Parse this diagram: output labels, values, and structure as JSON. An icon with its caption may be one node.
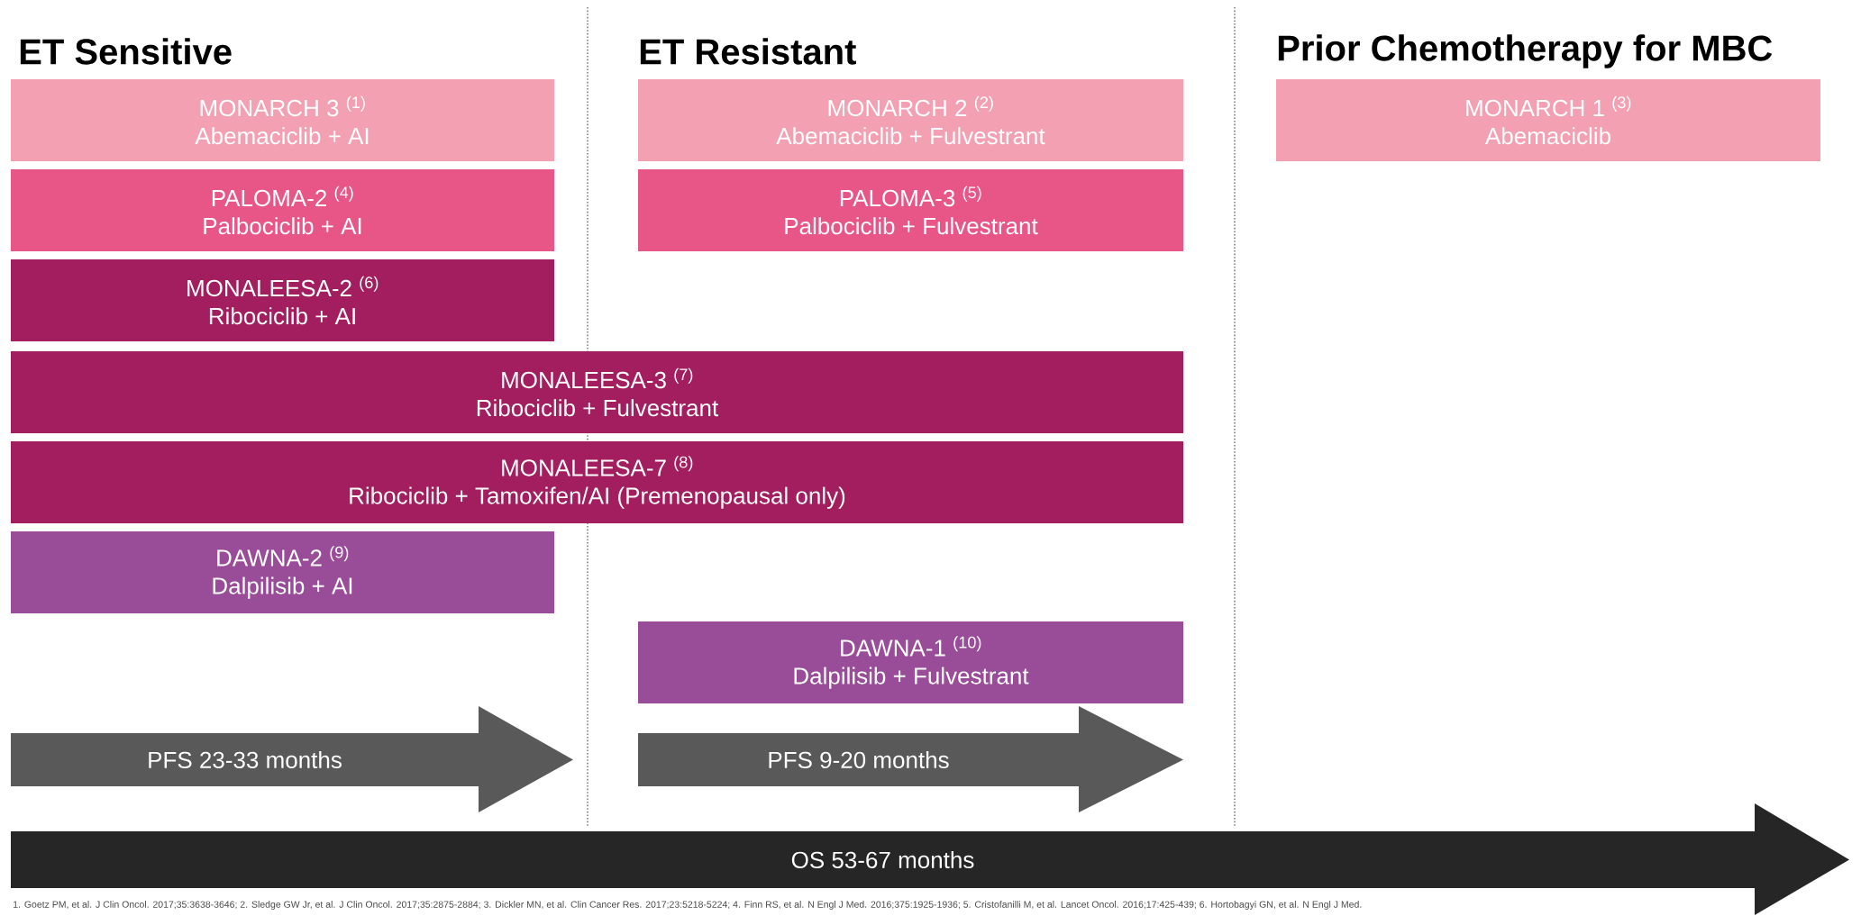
{
  "diagram": {
    "nodes": [
      {
        "text": [
          "MONARCH 3 $^{(1)}$",
          "Abemaciclib + AI"
        ]
      },
      {
        "text": [
          "PALOMA-2 $^{(4)}$",
          "Palbociclib + AI"
        ]
      },
      {
        "text": [
          "MONALEESA-2 $^{(6)}$",
          "Ribociclib + AI"
        ]
      },
      {
        "text": [
          "MONALEESA-3 $^{(7)}$",
          "Ribociclib + Fulvestrant"
        ]
      },
      {
        "text": [
          "MONALEESA-7 $^{(8)}$",
          "Ribociclib + Tamoxifen/AI (Premenopausal only)"
        ]
      },
      {
        "text": [
          "DAWNA-2 $^{(9)}$",
          "Dalpilisib + AI"
        ]
      },
      {
        "text": [
          "MONARCH 2 $^{(2)}$",
          "Abemaciclib + Fulvestrant"
        ]
      },
      {
        "text": [
          "PALOMA-3 $^{(5)}$",
          "Palbociclib + Fulvestrant"
        ]
      },
      {
        "text": [
          "DAWNA-1 $^{(10)}$",
          "Dalpilisib + Fulvestrant"
        ]
      },
      {
        "text": [
          "MONARCH 1 $^{(3)}$",
          "Abemaciclib"
        ]
      },
      {
        "text": [
          "PFS 23-33 months"
        ]
      },
      {
        "text": [
          "PFS 9-20 months"
        ]
      },
      {
        "text": [
          "OS 53-67 months"
        ]
      }
    ],
    "labels": [
      "ET Sensitive",
      "ET Resistant",
      "Prior Chemotherapy for MBC",
      "1. Goetz PM, et al. J Clin Oncol. 2017;35:3638-3646; 2. Sledge GW Jr, et al. J Clin Oncol. 2017;35:2875-2884; 3. Dickler MN, et al. Clin Cancer Res. 2017;23:5218-5224; 4. Finn RS, et al. N Engl J Med. 2016;375:1925-1936; 5. Cristofanilli M, et al. Lancet Oncol. 2016;17:425-439; 6. Hortobagyi GN, et al. N Engl J Med."
    ]
  }
}
